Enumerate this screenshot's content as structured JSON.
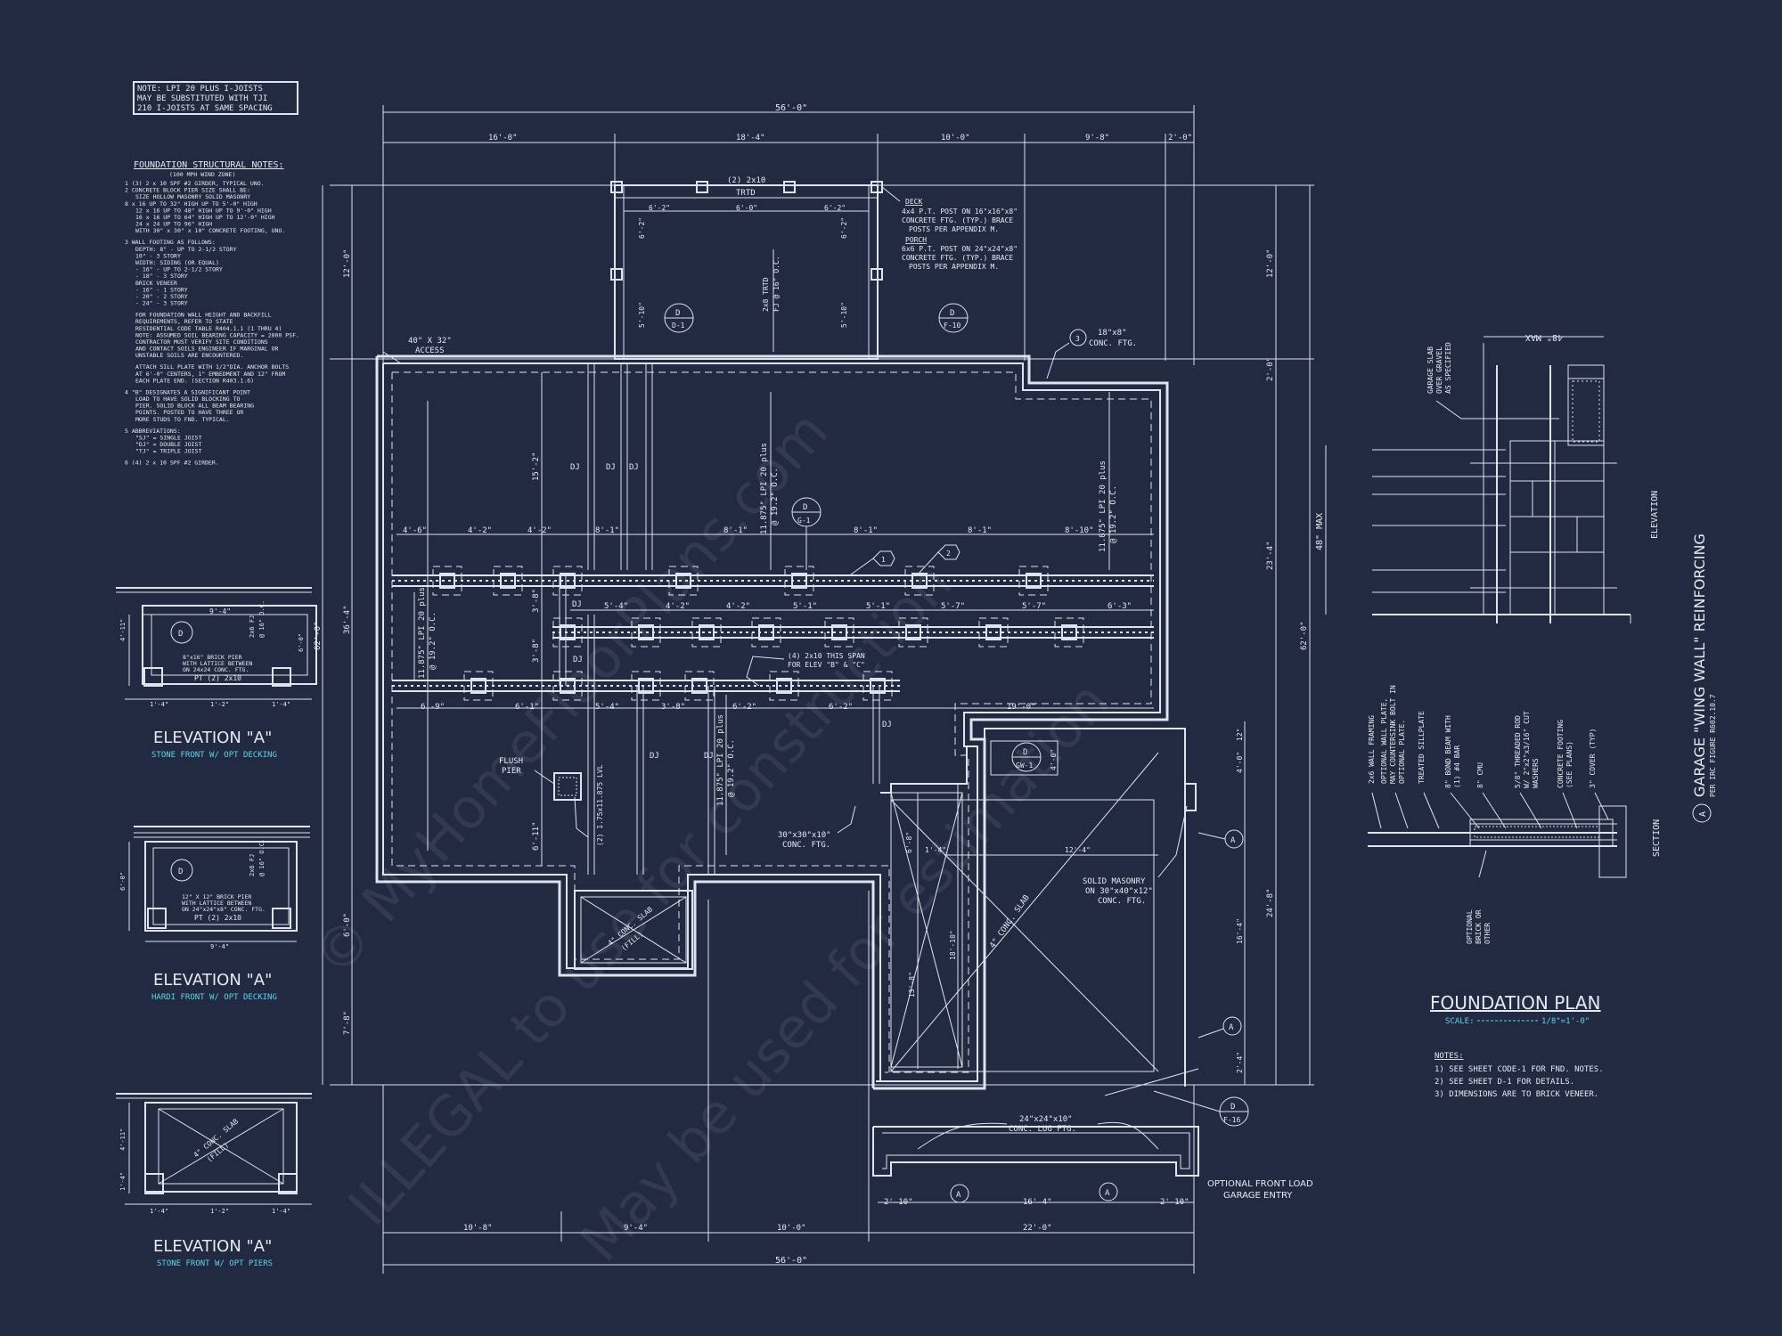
{
  "note_box": [
    "NOTE: LPI 20 PLUS I-JOISTS",
    "MAY BE SUBSTITUTED WITH TJI",
    "210 I-JOISTS AT SAME SPACING"
  ],
  "structural_notes": {
    "title": "FOUNDATION STRUCTURAL NOTES:",
    "subtitle": "(100 MPH WIND ZONE)",
    "lines": [
      "1 (3) 2 x 10 SPF #2 GIRDER, TYPICAL UNO.",
      "2 CONCRETE BLOCK PIER SIZE SHALL BE:",
      "SIZE    HOLLOW MASONRY    SOLID MASONRY",
      "8 x 16    UP TO 32\" HIGH    UP TO 5'-0\" HIGH",
      "12 x 16   UP TO 48\" HIGH    UP TO 9'-0\" HIGH",
      "16 x 16   UP TO 64\" HIGH    UP TO 12'-0\" HIGH",
      "24 x 24   UP TO 96\" HIGH",
      "WITH 30\" x 30\" x 10\" CONCRETE FOOTING, UNO.",
      "3 WALL FOOTING AS FOLLOWS:",
      "DEPTH:  8\" - UP TO 2-1/2 STORY",
      "        10\" - 3 STORY",
      "WIDTH:  SIDING (OR EQUAL)",
      "        - 16\" - UP TO 2-1/2 STORY",
      "        - 18\" - 3 STORY",
      "        BRICK VENEER",
      "        - 16\" - 1 STORY",
      "        - 20\" - 2 STORY",
      "        - 24\" - 3 STORY",
      "FOR FOUNDATION WALL HEIGHT AND BACKFILL",
      "REQUIREMENTS, REFER TO STATE",
      "RESIDENTIAL CODE TABLE R404.1.1 (1 THRU 4)",
      "NOTE: ASSUMED SOIL BEARING CAPACITY = 2000 PSF.",
      "CONTRACTOR MUST VERIFY SITE CONDITIONS",
      "AND CONTACT SOILS ENGINEER IF MARGINAL OR",
      "UNSTABLE SOILS ARE ENCOUNTERED.",
      "ATTACH SILL PLATE WITH 1/2\"DIA. ANCHOR BOLTS",
      "AT 6'-0\" CENTERS, 1\" EMBEDMENT AND 12\" FROM",
      "EACH PLATE END. (SECTION R403.1.6)",
      "4 \"B\" DESIGNATES A SIGNIFICANT POINT",
      "LOAD TO HAVE SOLID BLOCKING TO",
      "PIER. SOLID BLOCK ALL BEAM BEARING",
      "POINTS. POSTED TO HAVE THREE OR",
      "MORE STUDS TO FND. TYPICAL.",
      "5 ABBREVIATIONS:",
      "\"SJ\" = SINGLE JOIST",
      "\"DJ\" = DOUBLE JOIST",
      "\"TJ\" = TRIPLE JOIST",
      "6 (4) 2 x 10 SPF #2 GIRDER."
    ]
  },
  "elevations": [
    {
      "title": "ELEVATION \"A\"",
      "subtitle": "STONE FRONT W/ OPT DECKING",
      "dims": [
        "9'-4\"",
        "1'-4\"",
        "1'-2\"",
        "1'-4\"",
        "4'-11\"",
        "6'-0\""
      ],
      "notes": [
        "8\"x16\" BRICK PIER",
        "WITH LATTICE BETWEEN",
        "ON 24x24 CONC. FTG.",
        "PT (2) 2x10",
        "2x6 FJ",
        "@ 16\" O.C."
      ],
      "tag": "D"
    },
    {
      "title": "ELEVATION \"A\"",
      "subtitle": "HARDI FRONT W/ OPT DECKING",
      "dims": [
        "9'-4\"",
        "6'-0\""
      ],
      "notes": [
        "12\" X 12\" BRICK PIER",
        "WITH LATTICE BETWEEN",
        "ON 24\"x24\"x8\" CONC. FTG.",
        "PT (2) 2x10",
        "2x6 FJ",
        "@ 16\" O.C."
      ],
      "tag": "D"
    },
    {
      "title": "ELEVATION \"A\"",
      "subtitle": "STONE FRONT W/ OPT PIERS",
      "dims": [
        "1'-4\"",
        "1'-2\"",
        "1'-4\"",
        "4'-11\"",
        "1'-4\""
      ],
      "notes": [
        "4\" CONC. SLAB",
        "(FILL)"
      ]
    }
  ],
  "plan": {
    "top_dims": {
      "overall": "56'-0\"",
      "segments": [
        "16'-0\"",
        "18'-4\"",
        "10'-0\"",
        "9'-8\"",
        "2'-0\""
      ]
    },
    "bottom_dims": {
      "overall": "56'-0\"",
      "segments": [
        "10'-8\"",
        "9'-4\"",
        "10'-0\"",
        "22'-0\""
      ],
      "garage": [
        "2'-10\"",
        "16'-4\"",
        "2'-10\""
      ]
    },
    "left_dims": [
      "12'-0\"",
      "36'-4\"",
      "62'-0\"",
      "6'-0\"",
      "7'-8\""
    ],
    "right_dims": [
      "12'-0\"",
      "2'-0\"",
      "23'-4\"",
      "62'-0\"",
      "24'-8\"",
      "12\"",
      "4'-0\"",
      "16'-4\"",
      "2'-4\""
    ],
    "labels": {
      "deck_top": "(2) 2x10",
      "trtd": "TRTD",
      "deck_dims": [
        "6'-2\"",
        "6'-0\"",
        "6'-2\"",
        "6'-2\"",
        "6'-2\"",
        "5'-10\"",
        "5'-10\""
      ],
      "deck_joist": "2x8 TRTD",
      "deck_joist_spacing": "FJ @ 16\" O.C.",
      "deck_note": [
        "DECK",
        "4x4 P.T. POST ON 16\"x16\"x8\"",
        "CONCRETE FTG. (TYP.) BRACE",
        "POSTS PER APPENDIX M.",
        "PORCH",
        "6x6 P.T. POST ON 24\"x24\"x8\"",
        "CONCRETE FTG. (TYP.) BRACE",
        "POSTS PER APPENDIX M."
      ],
      "ftg_note": [
        "18\"x8\"",
        "CONC. FTG."
      ],
      "access": [
        "40\" X 32\"",
        "ACCESS"
      ],
      "tag_d1": [
        "D",
        "D-1"
      ],
      "tag_f10": [
        "D",
        "F-10"
      ],
      "tag_g1": [
        "D",
        "G-1"
      ],
      "tag_gw1": [
        "D",
        "GW-1"
      ],
      "tag_f16": [
        "D",
        "F-16"
      ],
      "joist_main": "11.875\" LPI 20 plus",
      "joist_spacing": "@ 19.2\" O.C.",
      "dj": "DJ",
      "row1_dims": [
        "4'-6\"",
        "4'-2\"",
        "4'-2\"",
        "8'-1\"",
        "8'-1\"",
        "8'-1\"",
        "8'-1\"",
        "8'-10\""
      ],
      "row2_dims": [
        "5'-4\"",
        "4'-2\"",
        "4'-2\"",
        "5'-1\"",
        "5'-1\"",
        "5'-7\"",
        "5'-7\"",
        "6'-3\""
      ],
      "row3_dims": [
        "6'-9\"",
        "6'-1\"",
        "5'-4\"",
        "3'-8\"",
        "6'-2\"",
        "6'-2\"",
        "19'-0\""
      ],
      "left_inner": [
        "15'-2\"",
        "3'-8\"",
        "3'-8\"",
        "6'-11\""
      ],
      "span_note": [
        "(4) 2x10 THIS SPAN",
        "FOR ELEV \"B\" & \"C\""
      ],
      "flush": [
        "FLUSH",
        "PIER"
      ],
      "lvl": "(2) 1.75x11.875 LVL",
      "conc_ftg": [
        "30\"x30\"x10\"",
        "CONC. FTG."
      ],
      "slab_front": [
        "4\" CONC. SLAB",
        "(FILL)"
      ],
      "garage_slab": "4\" CONC. SLAB",
      "garage_dims": [
        "6'-8\"",
        "1'-4\"",
        "18'-10\"",
        "13'-8\"",
        "12'-4\"",
        "4'-0\""
      ],
      "masonry": [
        "SOLID MASONRY",
        "ON 30\"x40\"x12\"",
        "CONC. FTG."
      ],
      "lug": [
        "24\"x24\"x10\"",
        "CONC. LUG FTG."
      ],
      "tag_a": "A",
      "tag_3": "3",
      "tag_1": "1",
      "tag_2": "2",
      "optional": [
        "OPTIONAL FRONT LOAD",
        "GARAGE ENTRY"
      ]
    }
  },
  "section": {
    "title": "GARAGE \"WING WALL\" REINFORCING",
    "subtitle": "PER IRC FIGURE R602.10.7",
    "tag": "A",
    "max_top": "48\" MAX",
    "max_side": "48\" MAX",
    "elevation": "ELEVATION",
    "section_lbl": "SECTION",
    "slab_note": [
      "GARAGE SLAB",
      "OVER GRAVEL",
      "AS SPECIFIED"
    ],
    "callouts": [
      "2x6 WALL FRAMING",
      "OPTIONAL WALL PLATE,",
      "MAY COUNTERSINK BOLT IN",
      "OPTIONAL PLATE.",
      "TREATED SILLPLATE",
      "8\" BOND BEAM WITH",
      "(1) #4 BAR",
      "8\" CMU",
      "5/8\" THREADED ROD",
      "W/ 2\"x2\"x3/16\" CUT",
      "WASHERS",
      "CONCRETE FOOTING",
      "(SEE PLANS)",
      "3\" COVER (TYP)",
      "OPTIONAL",
      "BRICK OR",
      "OTHER"
    ]
  },
  "title_block": {
    "title": "FOUNDATION PLAN",
    "scale_label": "SCALE:",
    "scale_value": "1/8\"=1'-0\"",
    "notes_title": "NOTES:",
    "notes": [
      "1) SEE SHEET CODE-1 FOR FND. NOTES.",
      "2) SEE SHEET D-1 FOR DETAILS.",
      "3) DIMENSIONS ARE TO BRICK VENEER."
    ]
  },
  "watermark": [
    "© MyHomeFloorPlans.com",
    "ILLEGAL to use for construction",
    "May be used for estimation"
  ]
}
